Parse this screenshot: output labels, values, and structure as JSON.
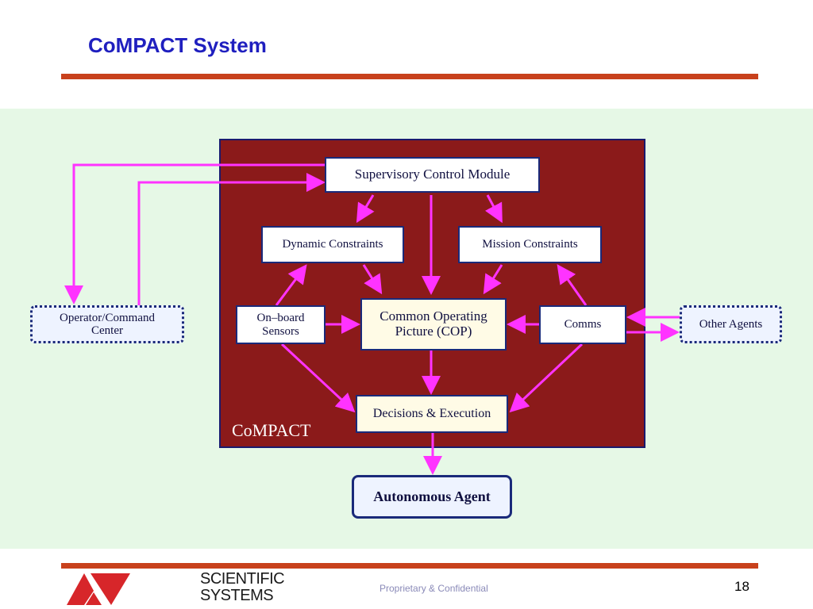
{
  "slide": {
    "title": "CoMPACT System",
    "page_number": "18",
    "footer": "Proprietary & Confidential"
  },
  "logo": {
    "line1": "SCIENTIFIC",
    "line2": "SYSTEMS",
    "mark_color": "#d7262a"
  },
  "diagram": {
    "frame_label": "CoMPACT",
    "nodes": {
      "supervisory": "Supervisory Control Module",
      "dynamic": "Dynamic Constraints",
      "mission": "Mission Constraints",
      "sensors_line1": "On–board",
      "sensors_line2": "Sensors",
      "cop_line1": "Common Operating",
      "cop_line2": "Picture (COP)",
      "comms": "Comms",
      "decisions": "Decisions & Execution",
      "operator_line1": "Operator/Command",
      "operator_line2": "Center",
      "other_agents": "Other Agents",
      "agent": "Autonomous Agent"
    }
  },
  "colors": {
    "accent_rule": "#c8411c",
    "title": "#1f1fbf",
    "frame": "#8b1a1a",
    "arrow": "#ff33ff",
    "background": "#e6f8e6"
  }
}
